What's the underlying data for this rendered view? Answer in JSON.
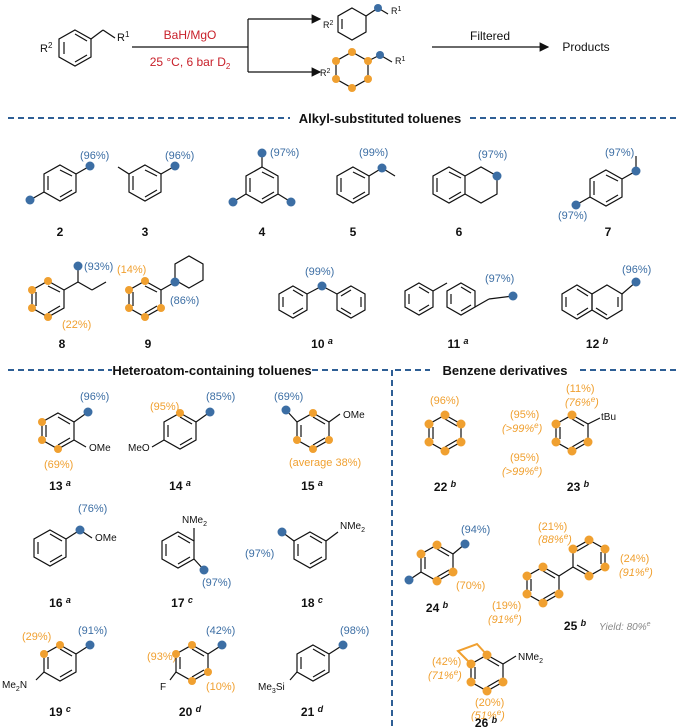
{
  "scheme": {
    "reagent_top": "BaH/MgO",
    "reagent_bottom_prefix": "25 °C, 6 bar D",
    "reagent_bottom_sub": "2",
    "filtered": "Filtered",
    "products": "Products",
    "r1": "R",
    "r1_sup": "1",
    "r2": "R",
    "r2_sup": "2"
  },
  "sections": {
    "alkyl": "Alkyl-substituted toluenes",
    "hetero": "Heteroatom-containing toluenes",
    "benzene": "Benzene derivatives"
  },
  "compounds": [
    {
      "num": "2",
      "sup": ""
    },
    {
      "num": "3",
      "sup": ""
    },
    {
      "num": "4",
      "sup": ""
    },
    {
      "num": "5",
      "sup": ""
    },
    {
      "num": "6",
      "sup": ""
    },
    {
      "num": "7",
      "sup": ""
    },
    {
      "num": "8",
      "sup": ""
    },
    {
      "num": "9",
      "sup": ""
    },
    {
      "num": "10",
      "sup": "a"
    },
    {
      "num": "11",
      "sup": "a"
    },
    {
      "num": "12",
      "sup": "b"
    },
    {
      "num": "13",
      "sup": "a"
    },
    {
      "num": "14",
      "sup": "a"
    },
    {
      "num": "15",
      "sup": "a"
    },
    {
      "num": "16",
      "sup": "a"
    },
    {
      "num": "17",
      "sup": "c"
    },
    {
      "num": "18",
      "sup": "c"
    },
    {
      "num": "19",
      "sup": "c"
    },
    {
      "num": "20",
      "sup": "d"
    },
    {
      "num": "21",
      "sup": "d"
    },
    {
      "num": "22",
      "sup": "b"
    },
    {
      "num": "23",
      "sup": "b"
    },
    {
      "num": "24",
      "sup": "b"
    },
    {
      "num": "25",
      "sup": "b"
    },
    {
      "num": "26",
      "sup": "b"
    }
  ],
  "labels": {
    "c2": "(96%)",
    "c3": "(96%)",
    "c4": "(97%)",
    "c5": "(99%)",
    "c6": "(97%)",
    "c7a": "(97%)",
    "c7b": "(97%)",
    "c8a": "(93%)",
    "c8b": "(22%)",
    "c9a": "(14%)",
    "c9b": "(86%)",
    "c10": "(99%)",
    "c11": "(97%)",
    "c12": "(96%)",
    "c13a": "(96%)",
    "c13b": "(69%)",
    "c14a": "(95%)",
    "c14b": "(85%)",
    "c15a": "(69%)",
    "c15b": "(average 38%)",
    "c16": "(76%)",
    "c17": "(97%)",
    "c18": "(97%)",
    "c19a": "(29%)",
    "c19b": "(91%)",
    "c20a": "(93%)",
    "c20b": "(42%)",
    "c20c": "(10%)",
    "c21": "(98%)",
    "c22": "(96%)",
    "c23a": "(11%)",
    "c23b": "(76%",
    "c23c": "(95%)",
    "c23d": "(>99%",
    "c23e": "(95%)",
    "c23f": "(>99%",
    "c24a": "(94%)",
    "c24b": "(70%)",
    "c25a": "(21%)",
    "c25b": "(88%",
    "c25c": "(24%)",
    "c25d": "(91%",
    "c25e": "(19%)",
    "c25f": "(91%",
    "c25yield": "Yield: 80%",
    "c26a": "(42%)",
    "c26b": "(71%",
    "c26c": "(20%)",
    "c26d": "(51%",
    "sup_e": "e",
    "close": ")"
  },
  "groups": {
    "ome": "OMe",
    "meo": "MeO",
    "nme2": "NMe",
    "me2n": "Me",
    "n_sub": "2",
    "me3si": "Me",
    "si_sub": "3",
    "si": "Si",
    "f": "F",
    "tbu": "tBu"
  },
  "colors": {
    "blue": "#3c6ea4",
    "orange": "#f0a030",
    "red": "#c8202a",
    "divider": "#2e5e95"
  }
}
